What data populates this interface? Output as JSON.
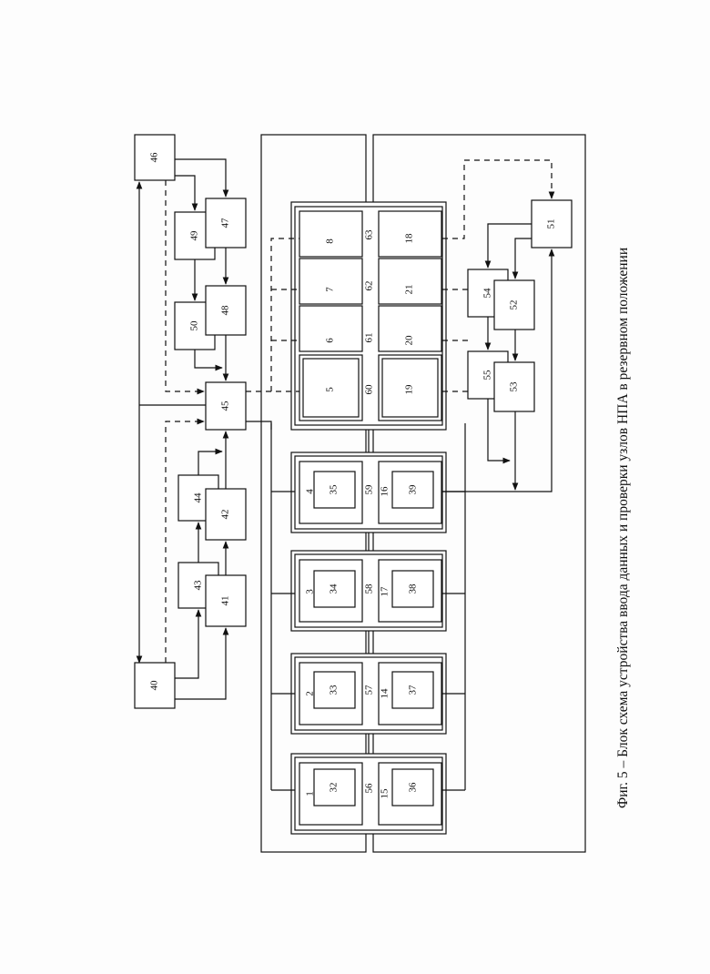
{
  "caption": "Фиг. 5 – Блок схема устройства ввода данных и проверки узлов НПА в резервном положении",
  "blocks": {
    "b1": "1",
    "b2": "2",
    "b3": "3",
    "b4": "4",
    "b5": "5",
    "b6": "6",
    "b7": "7",
    "b8": "8",
    "b14": "14",
    "b15": "15",
    "b16": "16",
    "b17": "17",
    "b18": "18",
    "b19": "19",
    "b20": "20",
    "b21": "21",
    "b32": "32",
    "b33": "33",
    "b34": "34",
    "b35": "35",
    "b36": "36",
    "b37": "37",
    "b38": "38",
    "b39": "39",
    "b40": "40",
    "b41": "41",
    "b42": "42",
    "b43": "43",
    "b44": "44",
    "b45": "45",
    "b46": "46",
    "b47": "47",
    "b48": "48",
    "b49": "49",
    "b50": "50",
    "b51": "51",
    "b52": "52",
    "b53": "53",
    "b54": "54",
    "b55": "55",
    "b56": "56",
    "b57": "57",
    "b58": "58",
    "b59": "59",
    "b60": "60",
    "b61": "61",
    "b62": "62",
    "b63": "63"
  }
}
